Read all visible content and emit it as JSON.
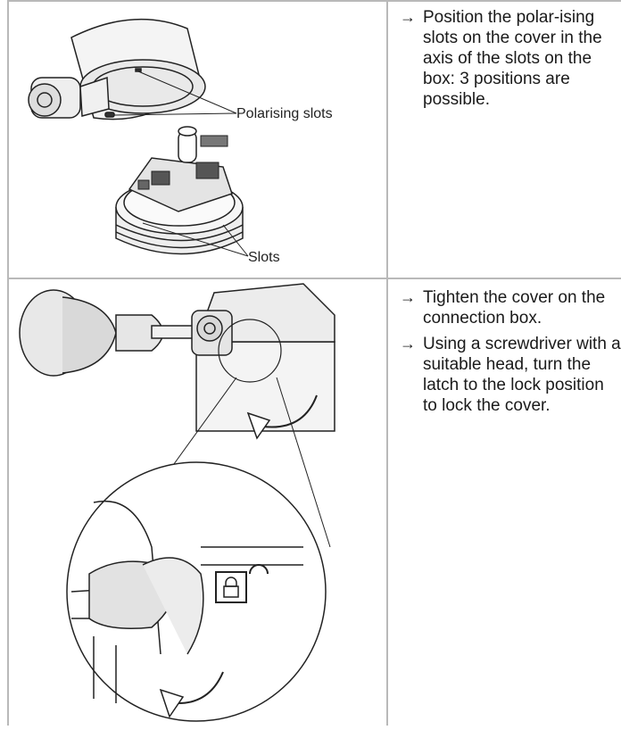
{
  "rows": [
    {
      "labels": {
        "polarising_slots": "Polarising slots",
        "slots": "Slots"
      },
      "steps": [
        {
          "arrow": "→",
          "text": "Position the polar-ising slots on the cover in the axis of the slots on the box: 3 positions are possible."
        }
      ]
    },
    {
      "steps": [
        {
          "arrow": "→",
          "text": "Tighten the cover on the connection box."
        },
        {
          "arrow": "→",
          "text": "Using a screwdriver with a suitable head, turn the latch to the lock position to lock the cover."
        }
      ]
    }
  ],
  "colors": {
    "border": "#b9b9b9",
    "line": "#222222"
  },
  "icons": [
    "padlock-locked-icon",
    "padlock-open-icon",
    "rotation-arrow-icon"
  ]
}
